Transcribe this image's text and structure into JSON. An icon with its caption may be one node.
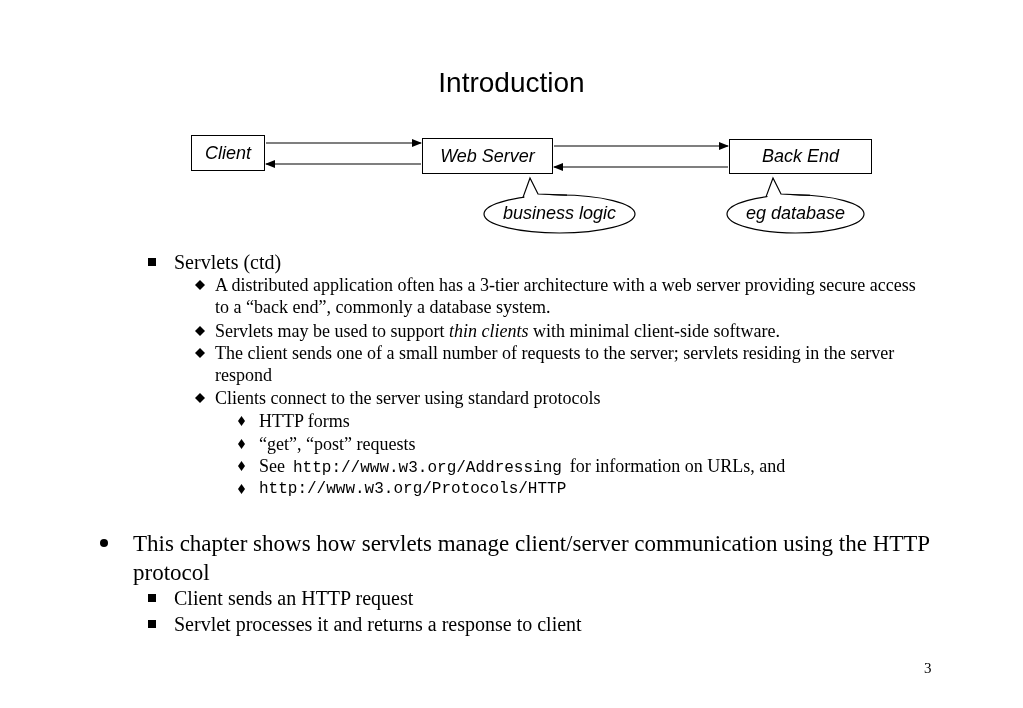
{
  "diagram": {
    "title": "Introduction",
    "nodes": [
      {
        "text": [
          "Client"
        ]
      },
      {
        "text": [
          "Web Server"
        ]
      },
      {
        "text": [
          "Back End"
        ]
      },
      {
        "text": [
          "business logic"
        ]
      },
      {
        "text": [
          "eg database"
        ]
      }
    ],
    "edges": [
      {
        "from": 0,
        "to": 1,
        "arrow": "to"
      },
      {
        "from": 1,
        "to": 0,
        "arrow": "to"
      },
      {
        "from": 1,
        "to": 2,
        "arrow": "to"
      },
      {
        "from": 2,
        "to": 1,
        "arrow": "to"
      }
    ],
    "labels": [
      "Servlets (ctd)",
      "A distributed application often has a 3-tier architecture with a web server providing secure access to a “back end”, commonly a database system.",
      "Servlets may be used to support *thin clients* with minimal client-side software.",
      "The client sends one of a small number of requests to the server; servlets residing in the server respond",
      "Clients connect to the server using standard protocols",
      "HTTP forms",
      "“get”, “post” requests",
      "See",
      "http://www.w3.org/Addressing",
      "for information on URLs, and",
      "http://www.w3.org/Protocols/HTTP",
      "This chapter shows how servlets manage client/server communication using the HTTP protocol",
      "Client sends an HTTP request",
      "Servlet processes it and returns a response to client",
      "3"
    ]
  }
}
